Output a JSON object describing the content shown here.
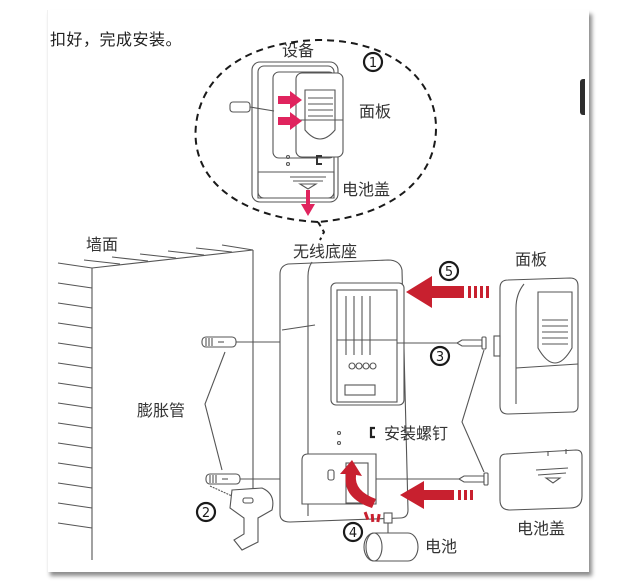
{
  "document": {
    "intro_text": "扣好，完成安装。",
    "labels": {
      "device": "设备",
      "panel_top": "面板",
      "battery_cover_top": "电池盖",
      "wireless_base": "无线底座",
      "wall": "墙面",
      "panel_right": "面板",
      "anchors": "膨胀管",
      "mounting_screws": "安装螺钉",
      "battery": "电池",
      "battery_cover_bottom": "电池盖"
    },
    "steps": [
      "1",
      "2",
      "3",
      "4",
      "5"
    ],
    "colors": {
      "arrow_red": "#c8202f",
      "arrow_pink": "#e0245e",
      "line": "#555555",
      "text": "#333333"
    }
  }
}
